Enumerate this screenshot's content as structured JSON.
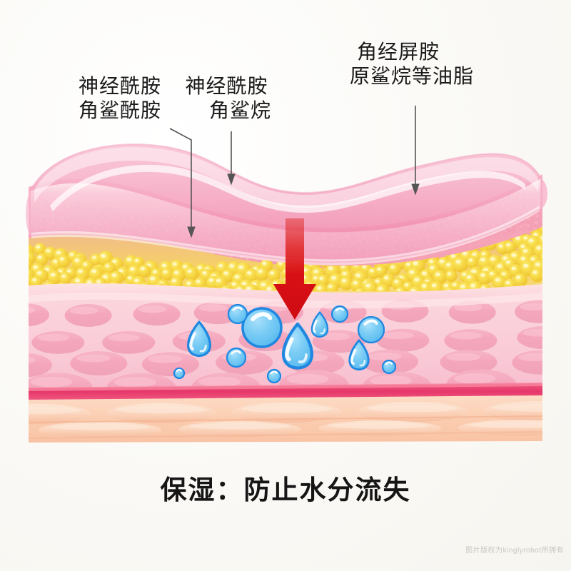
{
  "background_color": "#faf9f5",
  "labels": {
    "left": {
      "line1": "神经酰胺",
      "line2": "角鲨酰胺"
    },
    "middle": {
      "line1": "神经酰胺",
      "line2": "角鲨烷"
    },
    "right": {
      "line1": "角经屏胺",
      "line2": "原鲨烷等油脂"
    }
  },
  "caption": "保湿：防止水分流失",
  "watermark": "图片版权为kinglyrobot所拥有",
  "diagram": {
    "title": "skin-cross-section",
    "layers": [
      {
        "name": "lipid-barrier-slab",
        "color": "#f6a8c0",
        "description": "translucent pink wavy slab"
      },
      {
        "name": "stratum-corneum",
        "color": "#f5a0b5",
        "description": "pink granular layer"
      },
      {
        "name": "lipid-spheres",
        "color": "#f7d63c",
        "description": "yellow spheres layer"
      },
      {
        "name": "dermis",
        "color": "#f8c6d2",
        "description": "pink layer with oval cells"
      },
      {
        "name": "basal-line",
        "color": "#e8456e",
        "description": "crimson boundary line"
      },
      {
        "name": "subcutis",
        "color": "#fbc9ad",
        "description": "peach elongated cells"
      }
    ],
    "arrow": {
      "name": "penetration-arrow",
      "color": "#d81016",
      "direction": "down"
    },
    "droplets": {
      "name": "water-droplets",
      "fill": "#6fc7f2",
      "stroke": "#1f87e0",
      "count": 12
    },
    "leader_lines": {
      "color": "#555555",
      "count": 3
    }
  }
}
